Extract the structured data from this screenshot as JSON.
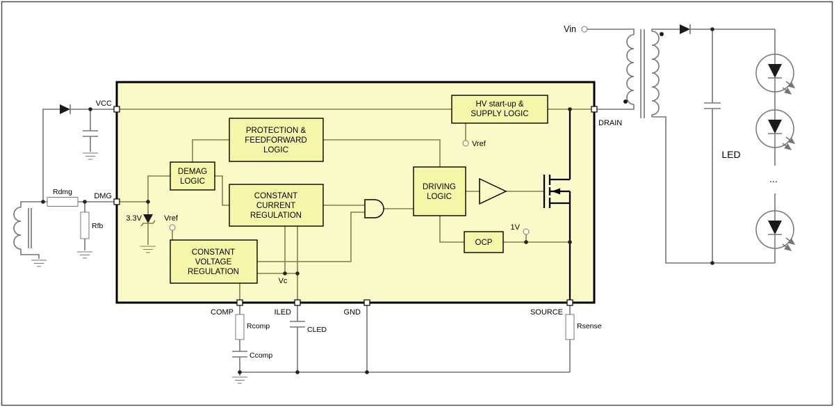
{
  "colors": {
    "ic_fill": "#FAFAC8",
    "block_fill": "#F6F6A9",
    "wire_internal": "#7F7F4C",
    "wire_external": "#757575"
  },
  "blocks": {
    "hv": {
      "l1": "HV start-up &",
      "l2": "SUPPLY LOGIC"
    },
    "protection": {
      "l1": "PROTECTION &",
      "l2": "FEEDFORWARD",
      "l3": "LOGIC"
    },
    "demag": {
      "l1": "DEMAG",
      "l2": "LOGIC"
    },
    "ccr": {
      "l1": "CONSTANT",
      "l2": "CURRENT",
      "l3": "REGULATION"
    },
    "cvr": {
      "l1": "CONSTANT",
      "l2": "VOLTAGE",
      "l3": "REGULATION"
    },
    "driving": {
      "l1": "DRIVING",
      "l2": "LOGIC"
    },
    "ocp": {
      "l1": "OCP"
    }
  },
  "pins": {
    "vcc": "VCC",
    "dmg": "DMG",
    "drain": "DRAIN",
    "comp": "COMP",
    "iled": "ILED",
    "gnd": "GND",
    "source": "SOURCE"
  },
  "nets": {
    "vin": "Vin",
    "vref_hv": "Vref",
    "vref_cvr": "Vref",
    "ocp_threshold": "1V",
    "zener_voltage": "3.3V",
    "vc": "Vc"
  },
  "components": {
    "rdmg": "Rdmg",
    "rfb": "Rfb",
    "rcomp": "Rcomp",
    "ccomp": "Ccomp",
    "cled": "CLED",
    "rsense": "Rsense",
    "led_string": "LED",
    "led_ellipsis": "..."
  }
}
